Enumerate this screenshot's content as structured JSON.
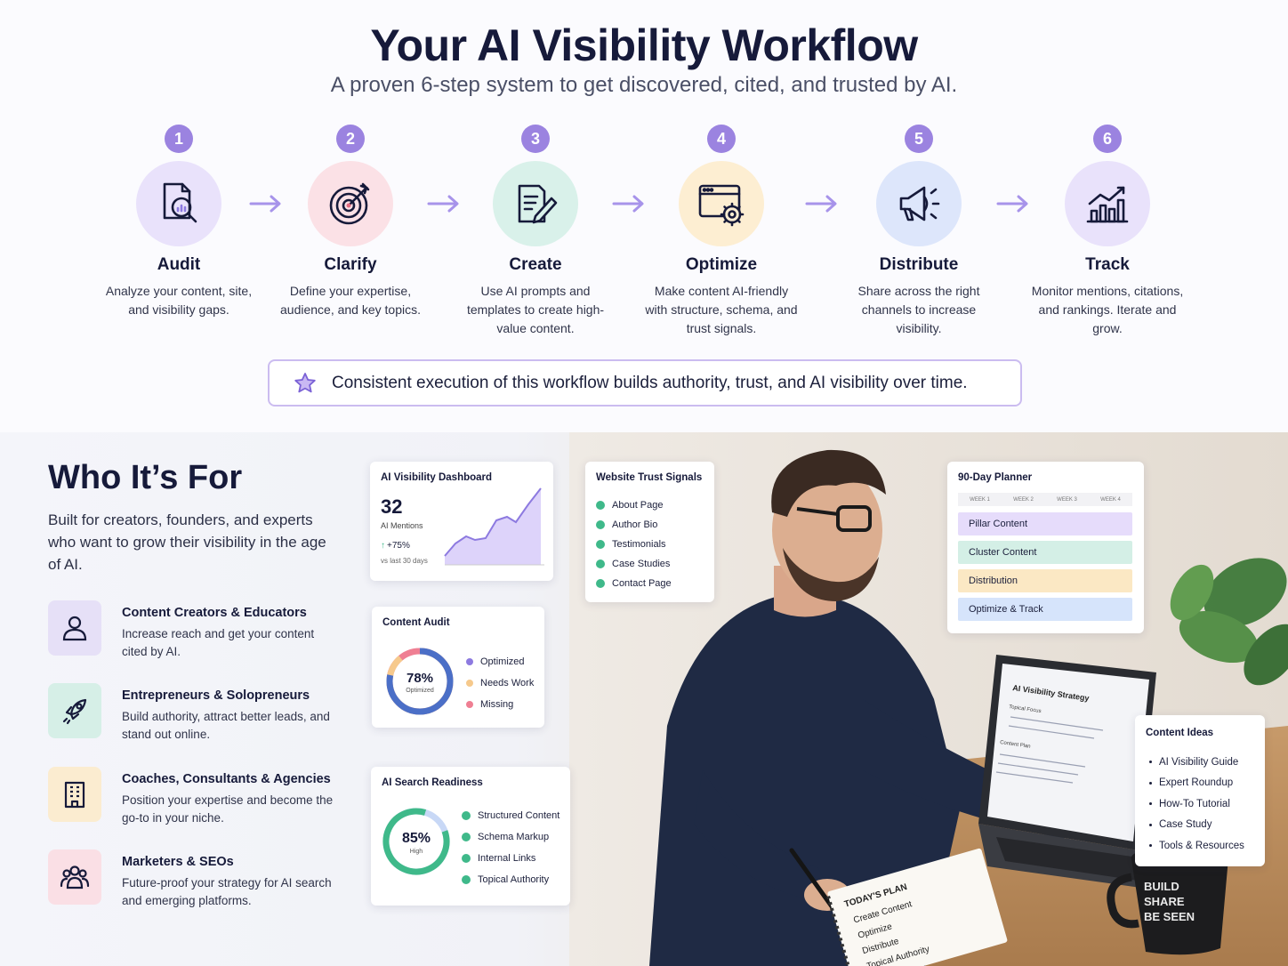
{
  "header": {
    "title": "Your AI Visibility Workflow",
    "subtitle": "A proven 6-step system to get discovered, cited, and trusted by AI."
  },
  "steps": [
    {
      "num": "1",
      "name": "Audit",
      "desc": "Analyze your content, site, and visibility gaps.",
      "icon": "audit-magnifier-icon",
      "color": "#e9e2fb"
    },
    {
      "num": "2",
      "name": "Clarify",
      "desc": "Define your expertise, audience, and key topics.",
      "icon": "target-icon",
      "color": "#fbe1e6"
    },
    {
      "num": "3",
      "name": "Create",
      "desc": "Use AI prompts and templates to create high-value content.",
      "icon": "document-pen-icon",
      "color": "#d9f1ea"
    },
    {
      "num": "4",
      "name": "Optimize",
      "desc": "Make content AI-friendly with structure, schema, and trust signals.",
      "icon": "browser-gear-icon",
      "color": "#fdeed2"
    },
    {
      "num": "5",
      "name": "Distribute",
      "desc": "Share across the right channels to increase visibility.",
      "icon": "megaphone-icon",
      "color": "#dde6fb"
    },
    {
      "num": "6",
      "name": "Track",
      "desc": "Monitor mentions, citations, and rankings. Iterate and grow.",
      "icon": "bar-chart-growth-icon",
      "color": "#e9e2fb"
    }
  ],
  "banner": {
    "text": "Consistent execution of this workflow builds authority, trust, and AI visibility over time.",
    "icon": "star-icon"
  },
  "who": {
    "title": "Who It’s For",
    "desc": "Built for creators, founders, and experts who want to grow their visibility in the age of AI.",
    "audiences": [
      {
        "title": "Content Creators & Educators",
        "desc": "Increase reach and get your content cited by AI.",
        "icon": "user-icon",
        "color": "#e6e0f7"
      },
      {
        "title": "Entrepreneurs & Solopreneurs",
        "desc": "Build authority, attract better leads, and stand out online.",
        "icon": "rocket-icon",
        "color": "#d6efe7"
      },
      {
        "title": "Coaches, Consultants & Agencies",
        "desc": "Position your expertise and become the go-to in your niche.",
        "icon": "building-icon",
        "color": "#fbecd0"
      },
      {
        "title": "Marketers & SEOs",
        "desc": "Future-proof your strategy for AI search and emerging platforms.",
        "icon": "team-icon",
        "color": "#fadfe5"
      }
    ]
  },
  "cards": {
    "dashboard": {
      "title": "AI Visibility Dashboard",
      "value": "32",
      "label": "AI Mentions",
      "change": "+75%",
      "period": "vs last 30 days"
    },
    "trust": {
      "title": "Website Trust Signals",
      "items": [
        "About Page",
        "Author Bio",
        "Testimonials",
        "Case Studies",
        "Contact Page"
      ]
    },
    "planner": {
      "title": "90-Day Planner",
      "weeks": [
        "WEEK 1",
        "WEEK 2",
        "WEEK 3",
        "WEEK 4"
      ],
      "rows": [
        {
          "label": "Pillar Content",
          "color": "#e6dcfb"
        },
        {
          "label": "Cluster Content",
          "color": "#d4efe6"
        },
        {
          "label": "Distribution",
          "color": "#fbe8c4"
        },
        {
          "label": "Optimize & Track",
          "color": "#d6e4fb"
        }
      ]
    },
    "audit": {
      "title": "Content Audit",
      "value": "78%",
      "sub": "Optimized",
      "legend": [
        {
          "label": "Optimized",
          "color": "#8d7ae0"
        },
        {
          "label": "Needs Work",
          "color": "#f6c98c"
        },
        {
          "label": "Missing",
          "color": "#ef7f93"
        }
      ]
    },
    "readiness": {
      "title": "AI Search Readiness",
      "value": "85%",
      "sub": "High",
      "items": [
        "Structured Content",
        "Schema Markup",
        "Internal Links",
        "Topical Authority"
      ]
    },
    "ideas": {
      "title": "Content Ideas",
      "items": [
        "AI Visibility Guide",
        "Expert Roundup",
        "How-To Tutorial",
        "Case Study",
        "Tools & Resources"
      ]
    }
  },
  "photo": {
    "laptop_title": "AI Visibility Strategy",
    "laptop_lines": [
      "Topical Focus",
      "Content Plan"
    ],
    "notebook_title": "TODAY'S PLAN",
    "notebook_items": [
      "Create Content",
      "Optimize",
      "Distribute",
      "Topical Authority"
    ],
    "mug_text": [
      "BUILD",
      "SHARE",
      "BE SEEN"
    ]
  }
}
